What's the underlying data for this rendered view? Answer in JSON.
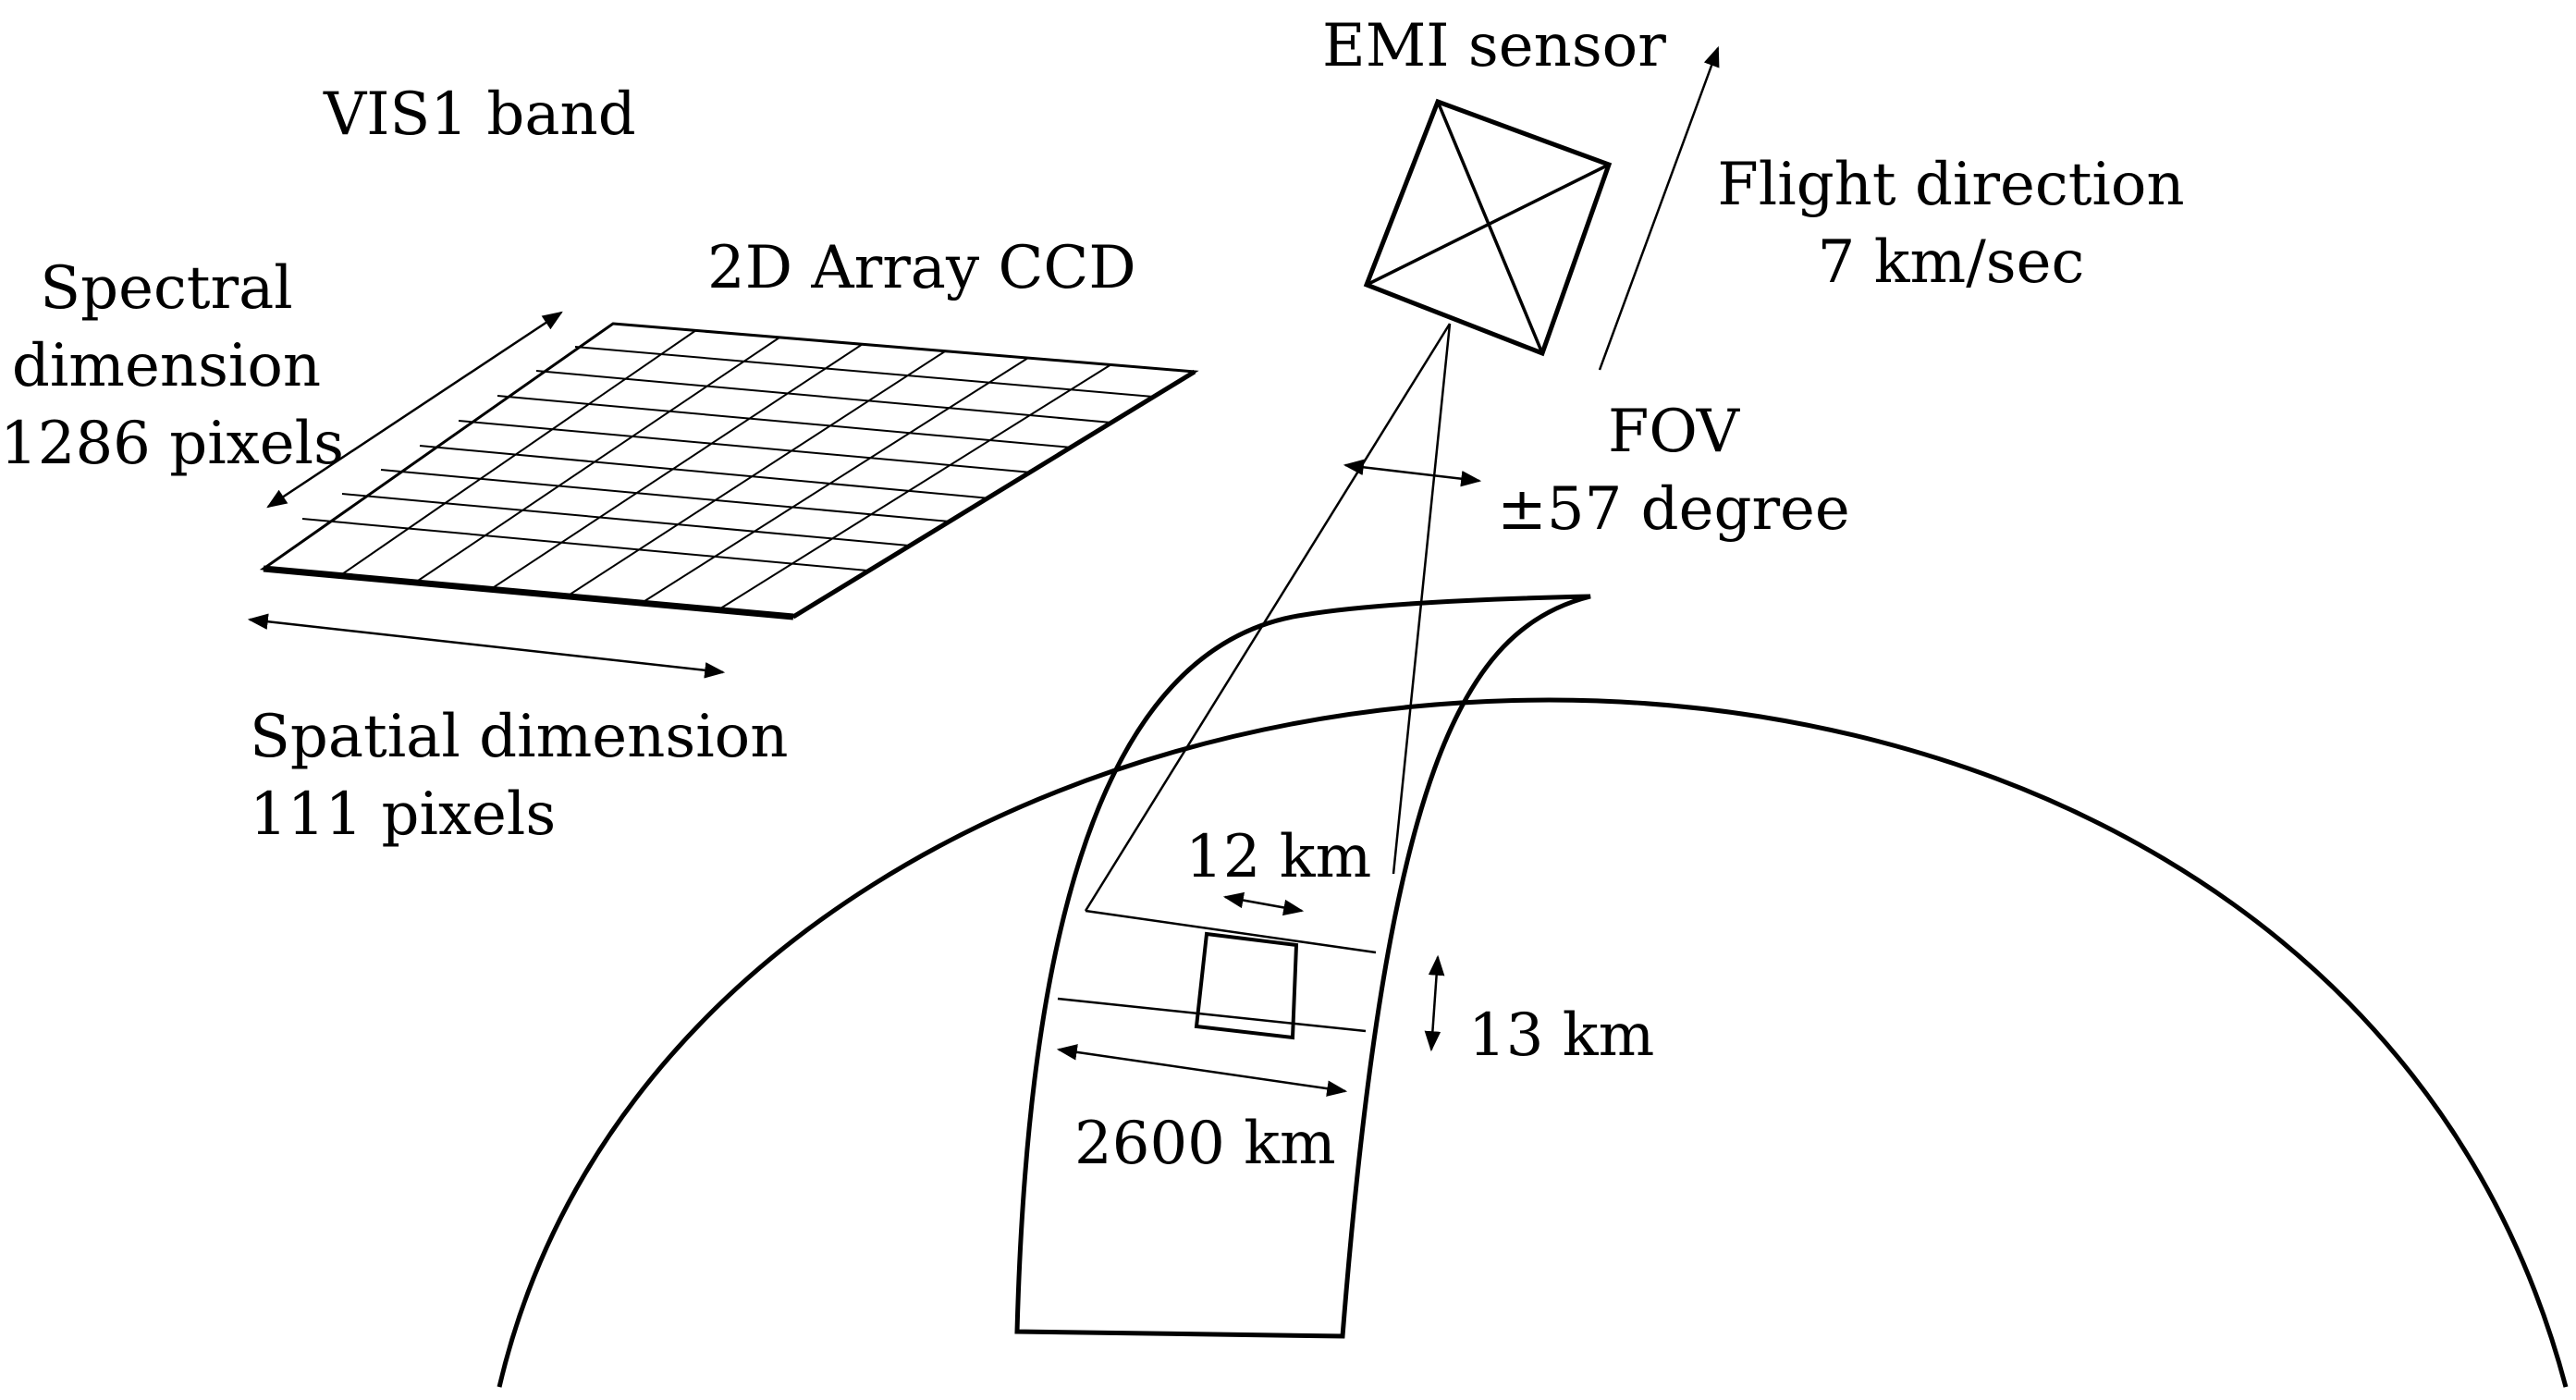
{
  "labels": {
    "band": "VIS1 band",
    "ccd": "2D Array CCD",
    "spectral": [
      "Spectral",
      "dimension",
      "1286 pixels"
    ],
    "spatial": [
      "Spatial dimension",
      "111 pixels"
    ],
    "sensor": "EMI sensor",
    "flight": [
      "Flight direction",
      "7 km/sec"
    ],
    "fov": [
      "FOV",
      "±57 degree"
    ],
    "along_pixel": "12 km",
    "across_pixel": "13 km",
    "swath": "2600 km"
  },
  "colors": {
    "line": "#000000",
    "background": "#ffffff"
  }
}
